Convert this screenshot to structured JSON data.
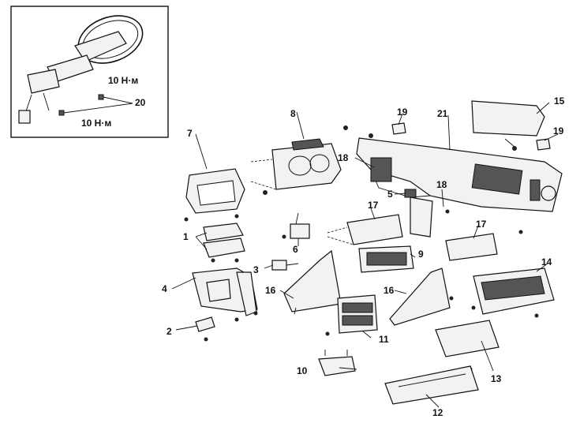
{
  "inset": {
    "torque_upper": "10 Н·м",
    "torque_lower": "10 Н·м",
    "label_20": "20"
  },
  "callouts": {
    "c1": "1",
    "c2": "2",
    "c3": "3",
    "c4": "4",
    "c5": "5",
    "c6": "6",
    "c7": "7",
    "c8": "8",
    "c9": "9",
    "c10": "10",
    "c11": "11",
    "c12": "12",
    "c13": "13",
    "c14": "14",
    "c15": "15",
    "c16a": "16",
    "c16b": "16",
    "c17a": "17",
    "c17b": "17",
    "c18a": "18",
    "c18b": "18",
    "c19a": "19",
    "c19b": "19",
    "c21": "21"
  }
}
